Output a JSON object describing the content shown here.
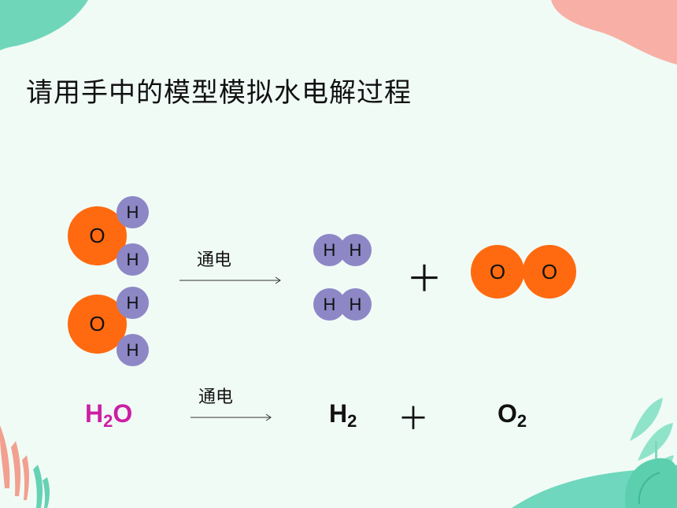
{
  "title": "请用手中的模型模拟水电解过程",
  "model": {
    "o": "O",
    "h": "H",
    "condition": "通电",
    "plus": "＋"
  },
  "equation": {
    "water": {
      "symbol": "H",
      "sub": "2",
      "tail": "O"
    },
    "condition": "通电",
    "hydrogen": {
      "symbol": "H",
      "sub": "2"
    },
    "plus": "＋",
    "oxygen": {
      "symbol": "O",
      "sub": "2"
    }
  },
  "colors": {
    "background": "#f0fbf6",
    "oxygen_atom": "#ff6a10",
    "hydrogen_atom": "#8d87c6",
    "water_formula": "#cc1fa3",
    "decor_teal": "#66d4b8",
    "decor_pink": "#f5a7a2"
  }
}
